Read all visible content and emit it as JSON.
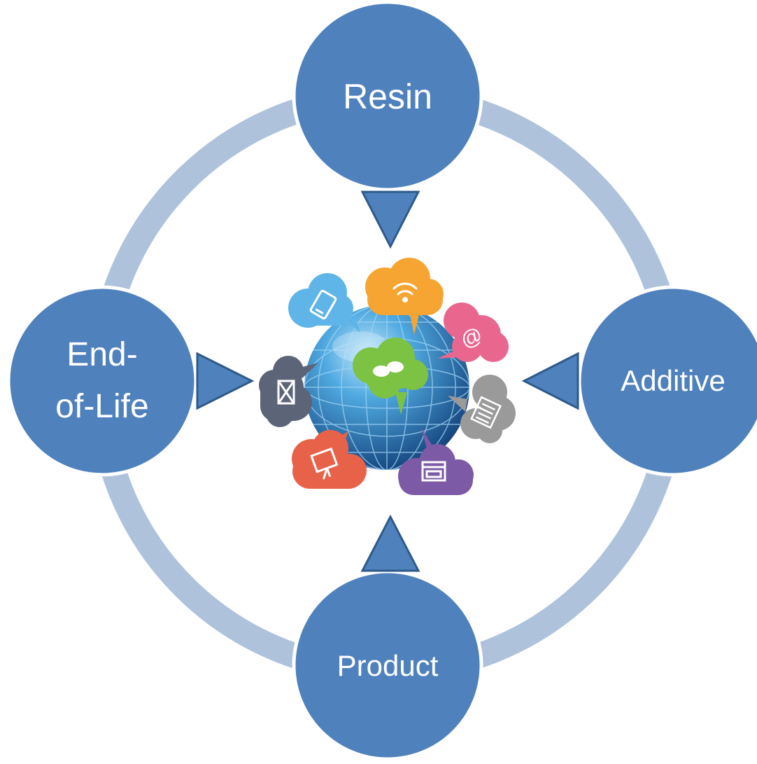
{
  "nodes": {
    "resin": {
      "label": "Resin"
    },
    "additive": {
      "label": "Additive"
    },
    "product": {
      "label": "Product"
    },
    "end_of_life": {
      "label_line1": "End-",
      "label_line2": "of-Life"
    }
  },
  "colors": {
    "node_fill": "#4f81bd",
    "node_stroke": "#ffffff",
    "ring": "#afc2dc",
    "arrow_fill": "#4f81bd",
    "arrow_stroke": "#2e5a8a",
    "node_text": "#ffffff",
    "globe_light": "#6fc3f0",
    "globe_dark": "#1b4f8c",
    "bubble_tablet": "#5fb4e8",
    "bubble_wifi": "#f6a532",
    "bubble_at": "#e9678f",
    "bubble_chat": "#7cc243",
    "bubble_mail": "#5c6478",
    "bubble_news": "#9a9a9a",
    "bubble_board": "#e8624a",
    "bubble_browser": "#7c5aa6"
  },
  "icons": [
    "tablet-icon",
    "wifi-icon",
    "at-sign-icon",
    "chat-icon",
    "mail-icon",
    "newspaper-icon",
    "presentation-board-icon",
    "browser-window-icon"
  ]
}
